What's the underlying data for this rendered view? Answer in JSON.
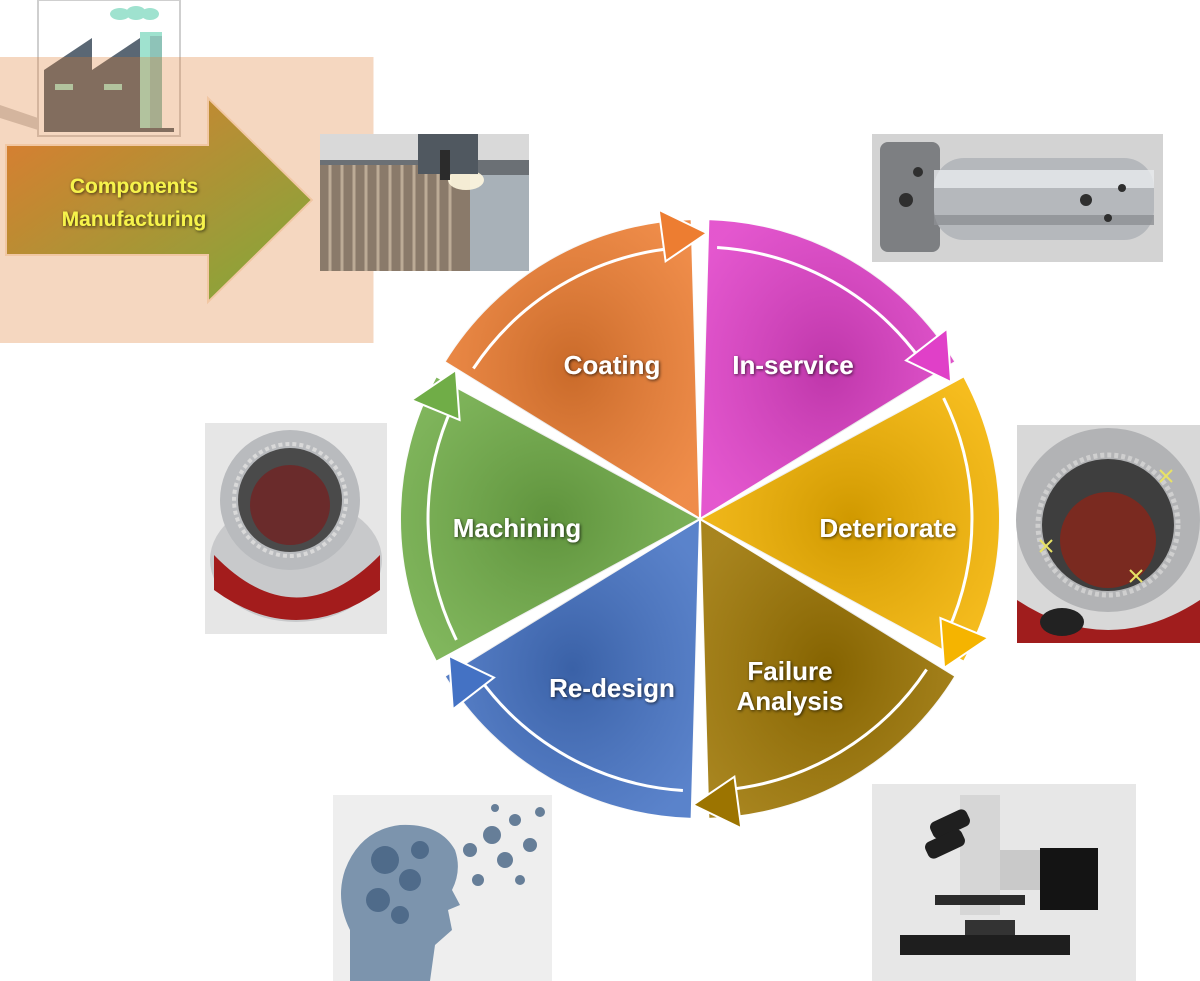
{
  "intro": {
    "label_line1": "Components",
    "label_line2": "Manufacturing"
  },
  "cycle": {
    "segments": [
      {
        "id": "coating",
        "label_lines": [
          "Coating"
        ],
        "color": "#ED7D31"
      },
      {
        "id": "in-service",
        "label_lines": [
          "In-service"
        ],
        "color": "#E040C8"
      },
      {
        "id": "deteriorate",
        "label_lines": [
          "Deteriorate"
        ],
        "color": "#F5B400"
      },
      {
        "id": "failure-analysis",
        "label_lines": [
          "Failure",
          "Analysis"
        ],
        "color": "#9C7400"
      },
      {
        "id": "re-design",
        "label_lines": [
          "Re-design"
        ],
        "color": "#4472C4"
      },
      {
        "id": "machining",
        "label_lines": [
          "Machining"
        ],
        "color": "#70AD47"
      }
    ]
  },
  "photos": [
    {
      "id": "factory-icon"
    },
    {
      "id": "coating-photo"
    },
    {
      "id": "shaft-photo"
    },
    {
      "id": "machined-part-photo"
    },
    {
      "id": "worn-part-photo"
    },
    {
      "id": "redesign-brain-photo"
    },
    {
      "id": "microscope-photo"
    }
  ]
}
